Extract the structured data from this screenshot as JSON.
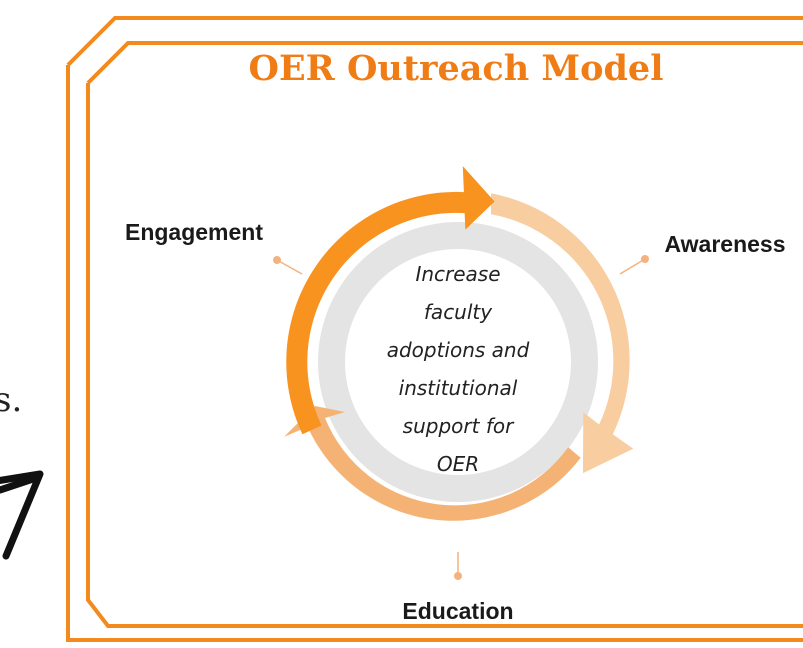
{
  "title": "OER Outreach Model",
  "center_text": [
    "Increase",
    "faculty",
    "adoptions and",
    "institutional",
    "support for",
    "OER"
  ],
  "stages": {
    "engagement": "Engagement",
    "awareness": "Awareness",
    "education": "Education"
  },
  "edge_fragment": "s.",
  "colors": {
    "frame": "#F28A1E",
    "title": "#F07C16",
    "arc_engagement": "#F7931E",
    "arc_awareness": "#F8CDA0",
    "arc_education": "#F4B374",
    "inner_ring": "#E4E4E4",
    "inner_disc": "#FFFFFF",
    "connector_dot": "#F6B27E"
  },
  "icons": {
    "edge_glyph": "partial-paper-plane-icon"
  }
}
